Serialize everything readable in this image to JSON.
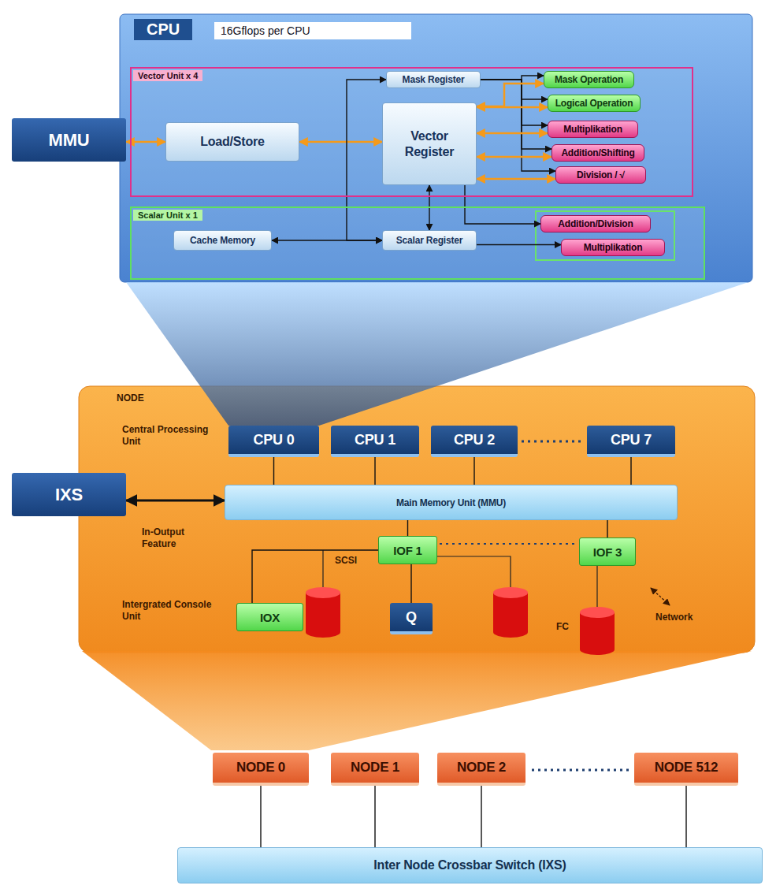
{
  "diagram": {
    "nodes": [
      {
        "text": [
          "CPU",
          "16Gflops per CPU"
        ]
      },
      {
        "text": [
          "Vector Unit x 4"
        ],
        "in": 0
      },
      {
        "text": [
          "Load/Store"
        ],
        "in": 1
      },
      {
        "text": [
          "Mask Register"
        ],
        "in": 1
      },
      {
        "text": [
          "Vector Register"
        ],
        "in": 1
      },
      {
        "text": [
          "Mask Operation"
        ],
        "in": 1
      },
      {
        "text": [
          "Logical Operation"
        ],
        "in": 1
      },
      {
        "text": [
          "Multiplikation"
        ],
        "in": 1
      },
      {
        "text": [
          "Addition/Shifting"
        ],
        "in": 1
      },
      {
        "text": [
          "Division / √"
        ],
        "in": 1
      },
      {
        "text": [
          "Scalar Unit x 1"
        ],
        "in": 0
      },
      {
        "text": [
          "Cache Memory"
        ],
        "in": 10
      },
      {
        "text": [
          "Scalar Register"
        ],
        "in": 10
      },
      {
        "text": [
          "Addition/Division"
        ],
        "in": 10
      },
      {
        "text": [
          "Multiplikation"
        ],
        "in": 10
      },
      {
        "text": [
          "MMU"
        ]
      },
      {
        "text": [
          "NODE"
        ]
      },
      {
        "text": [
          "CPU 0"
        ],
        "in": 16
      },
      {
        "text": [
          "CPU 1"
        ],
        "in": 16
      },
      {
        "text": [
          "CPU 2"
        ],
        "in": 16
      },
      {
        "text": [
          "CPU 7"
        ],
        "in": 16
      },
      {
        "text": [
          "Main Memory Unit (MMU)"
        ],
        "in": 16
      },
      {
        "text": [
          "IXS"
        ]
      },
      {
        "text": [
          "IOF 1"
        ],
        "in": 16
      },
      {
        "text": [
          "IOF 3"
        ],
        "in": 16
      },
      {
        "text": [
          "IOX"
        ],
        "in": 16
      },
      {
        "text": [
          "Q"
        ],
        "in": 16
      },
      {
        "text": [
          "NODE 0"
        ]
      },
      {
        "text": [
          "NODE 1"
        ]
      },
      {
        "text": [
          "NODE 2"
        ]
      },
      {
        "text": [
          "NODE 512"
        ]
      },
      {
        "text": [
          "Inter Node Crossbar Switch (IXS)"
        ]
      }
    ],
    "edges": [
      {
        "from": 15,
        "to": 2,
        "arrow": "both"
      },
      {
        "from": 2,
        "to": 4,
        "arrow": "both"
      },
      {
        "from": 3,
        "to": 5,
        "arrow": "to"
      },
      {
        "from": 3,
        "to": 6,
        "arrow": "to"
      },
      {
        "from": 3,
        "to": 7,
        "arrow": "to"
      },
      {
        "from": 3,
        "to": 8,
        "arrow": "to"
      },
      {
        "from": 3,
        "to": 9,
        "arrow": "to"
      },
      {
        "from": 4,
        "to": 5,
        "arrow": "both"
      },
      {
        "from": 4,
        "to": 6,
        "arrow": "both"
      },
      {
        "from": 4,
        "to": 7,
        "arrow": "both"
      },
      {
        "from": 4,
        "to": 8,
        "arrow": "both"
      },
      {
        "from": 4,
        "to": 9,
        "arrow": "both"
      },
      {
        "from": 3,
        "to": 12,
        "arrow": "both"
      },
      {
        "from": 4,
        "to": 12,
        "arrow": "both"
      },
      {
        "from": 11,
        "to": 12,
        "arrow": "both"
      },
      {
        "from": 12,
        "to": 14,
        "arrow": "to"
      },
      {
        "from": 4,
        "to": 13,
        "arrow": "to"
      },
      {
        "from": 22,
        "to": 21,
        "arrow": "both"
      },
      {
        "from": 17,
        "to": 21,
        "arrow": "none"
      },
      {
        "from": 18,
        "to": 21,
        "arrow": "none"
      },
      {
        "from": 19,
        "to": 21,
        "arrow": "none"
      },
      {
        "from": 20,
        "to": 21,
        "arrow": "none"
      },
      {
        "from": 23,
        "to": 21,
        "arrow": "none"
      },
      {
        "from": 24,
        "to": 21,
        "arrow": "none"
      },
      {
        "from": 23,
        "to": 25,
        "arrow": "none"
      },
      {
        "from": 23,
        "to": 26,
        "arrow": "none"
      },
      {
        "from": 27,
        "to": 31,
        "arrow": "none"
      },
      {
        "from": 28,
        "to": 31,
        "arrow": "none"
      },
      {
        "from": 29,
        "to": 31,
        "arrow": "none"
      },
      {
        "from": 30,
        "to": 31,
        "arrow": "none"
      }
    ],
    "labels": [
      "Central Processing Unit",
      "In-Output Feature",
      "SCSI",
      "FC",
      "Intergrated Console Unit",
      "Network"
    ]
  }
}
